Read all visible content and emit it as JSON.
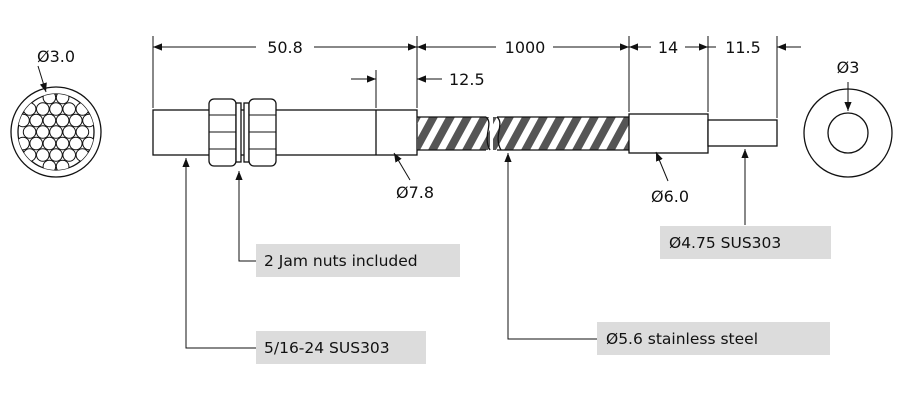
{
  "dimensions": {
    "body_length": "50.8",
    "cable_length": "1000",
    "thread_offset": "12.5",
    "ferrule_length": "14",
    "tip_length": "11.5",
    "body_diameter": "Ø7.8",
    "ferrule_diameter": "Ø6.0",
    "bundle_diameter": "Ø3.0",
    "tip_end_diameter": "Ø3"
  },
  "callouts": {
    "jam_nuts": "2 Jam nuts included",
    "thread": "5/16-24  SUS303",
    "sheath": "Ø5.6 stainless steel",
    "tip": "Ø4.75  SUS303"
  },
  "colors": {
    "line": "#111111",
    "callout_background": "#dcdcdc",
    "sheath_stripe": "#555555"
  }
}
